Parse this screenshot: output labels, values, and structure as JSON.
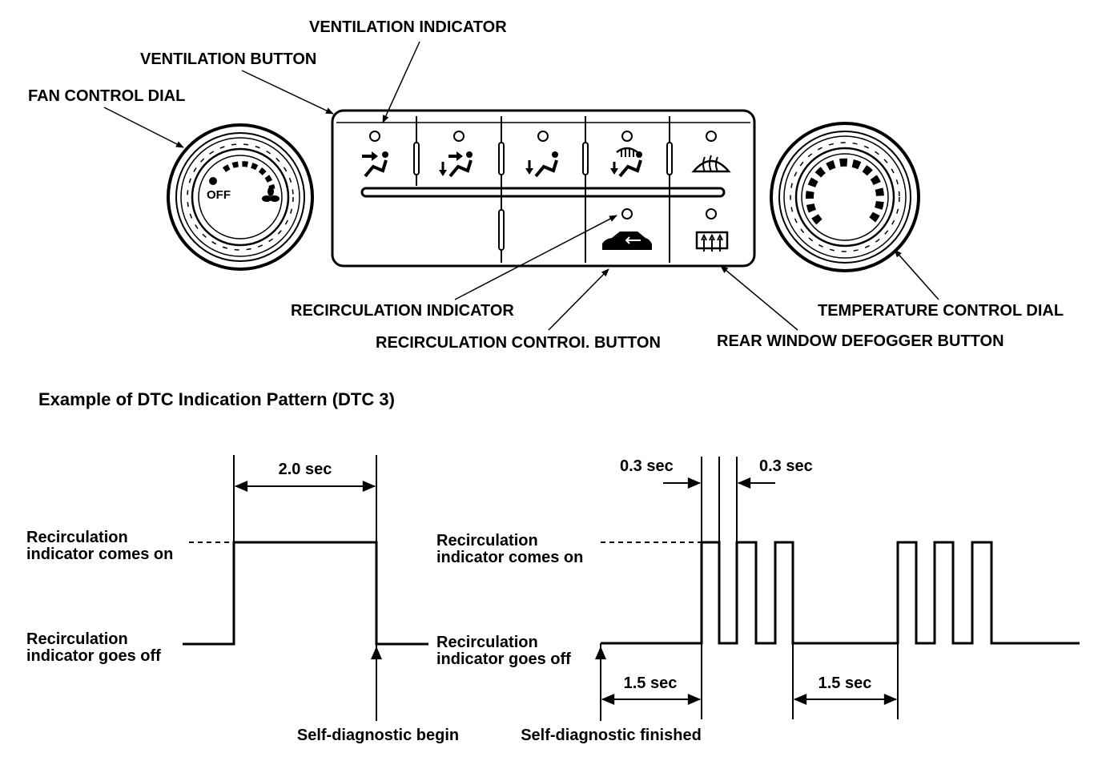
{
  "panel_labels": {
    "ventilation_indicator": "VENTILATION INDICATOR",
    "ventilation_button": "VENTILATION BUTTON",
    "fan_control_dial": "FAN CONTROL DIAL",
    "recirculation_indicator": "RECIRCULATION INDICATOR",
    "recirculation_control_button": "RECIRCULATION CONTROI. BUTTON",
    "rear_window_defogger_button": "REAR WINDOW DEFOGGER BUTTON",
    "temperature_control_dial": "TEMPERATURE CONTROL DIAL",
    "fan_off": "OFF"
  },
  "diagram_title": "Example of DTC Indication Pattern (DTC 3)",
  "timing_left": {
    "on_label": [
      "Recirculation",
      "indicator comes on"
    ],
    "off_label": [
      "Recirculation",
      "indicator goes off"
    ],
    "duration": "2.0 sec",
    "event": "Self-diagnostic begin"
  },
  "timing_right": {
    "on_label": [
      "Recirculation",
      "indicator comes on"
    ],
    "off_label": [
      "Recirculation",
      "indicator goes off"
    ],
    "pulse_on": "0.3 sec",
    "pulse_off": "0.3 sec",
    "gap_first": "1.5 sec",
    "gap_between": "1.5 sec",
    "event": "Self-diagnostic finished"
  }
}
